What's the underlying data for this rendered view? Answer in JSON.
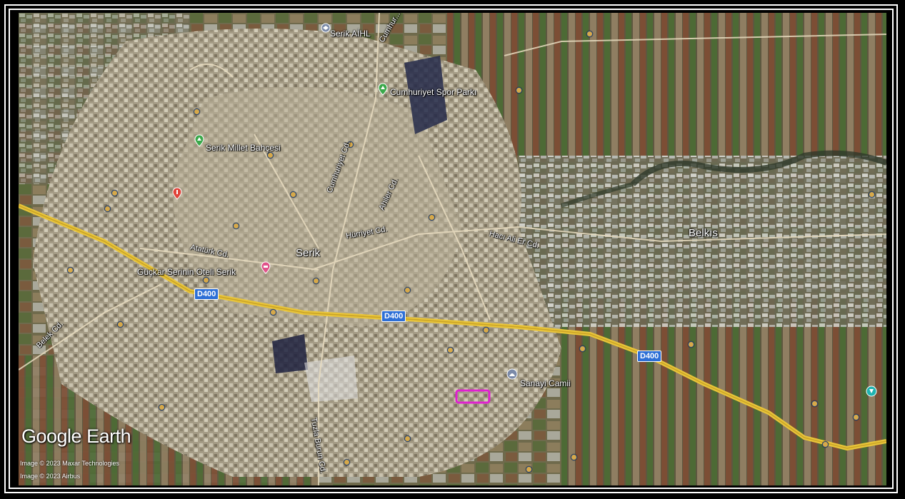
{
  "map": {
    "place_labels": {
      "serik_aihl": "Serik AİHL",
      "cumhuriyet_spor_parki": "Cumhuriyet Spor Parkı",
      "serik_millet_bahcesi": "Serik Millet Bahçesi",
      "serik": "Serik",
      "belkis": "Belkıs",
      "guckar_otel": "Güçkar Serinin Oteli Serik",
      "sanayi_camii": "Sanayi Camii"
    },
    "road_labels": {
      "ataturk": "Atatürk Cd.",
      "hurriyet": "Hürriyet Cd.",
      "haci_ali_er": "Hacı Ali Er Cd.",
      "cumhuriyet": "Cumhuriyet Cd.",
      "ahiler": "Ahiler Cd.",
      "belek": "Belek Cd.",
      "tuzla_burun": "Tuzla Burun Cd.",
      "cumhuriyet_top": "Cumhur..."
    },
    "highway_shields": [
      "D400",
      "D400",
      "D400"
    ],
    "branding": {
      "logo": "Google Earth",
      "credit_1": "Image © 2023 Maxar Technologies",
      "credit_2": "Image © 2023 Airbus"
    },
    "colors": {
      "highway": "#e8c43a",
      "highlight": "#e020d0",
      "shield": "#2d6fd6"
    }
  }
}
